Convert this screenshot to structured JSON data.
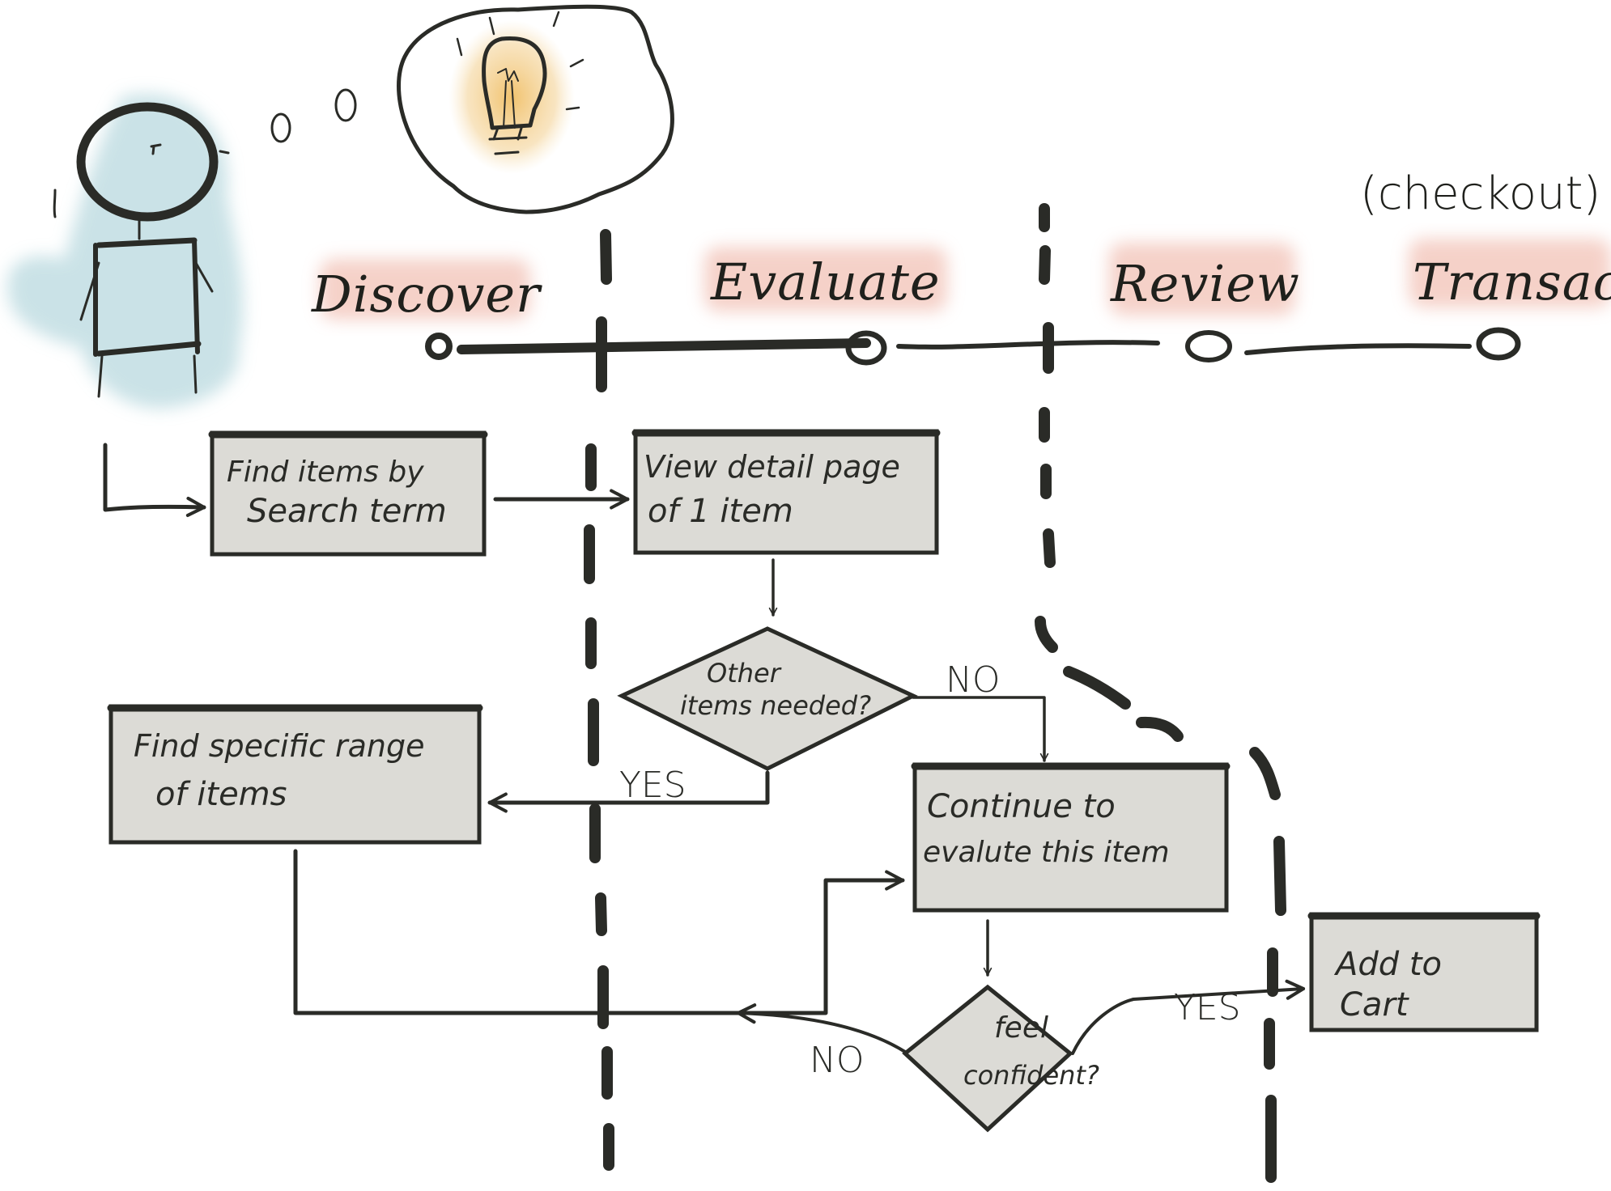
{
  "colors": {
    "ink": "#2a2b27",
    "box_fill": "#dcdbd6",
    "phase_highlight": "#f3c6bb",
    "person_wash": "#b9d9df",
    "bulb_glow": "#f0c274"
  },
  "persona": {
    "icon": "stick-figure-person",
    "thought_icon": "lightbulb-idea"
  },
  "phases": [
    {
      "label": "Discover"
    },
    {
      "label": "Evaluate"
    },
    {
      "label": "Review"
    },
    {
      "label": "Transact",
      "note": "(checkout)"
    }
  ],
  "nodes": {
    "find_by_search": {
      "line1": "Find items by",
      "line2": "Search term"
    },
    "view_detail": {
      "line1": "View detail page",
      "line2": "of 1 item"
    },
    "other_items": {
      "line1": "Other",
      "line2": "items needed?"
    },
    "find_range": {
      "line1": "Find specific range",
      "line2": "of items"
    },
    "continue_eval": {
      "line1": "Continue to",
      "line2": "evalute this item"
    },
    "feel_confident": {
      "line1": "feel",
      "line2": "confident?"
    },
    "add_to_cart": {
      "line1": "Add to",
      "line2": "Cart"
    }
  },
  "edges": {
    "other_no": "NO",
    "other_yes": "YES",
    "confident_yes": "YES",
    "confident_no": "NO"
  }
}
